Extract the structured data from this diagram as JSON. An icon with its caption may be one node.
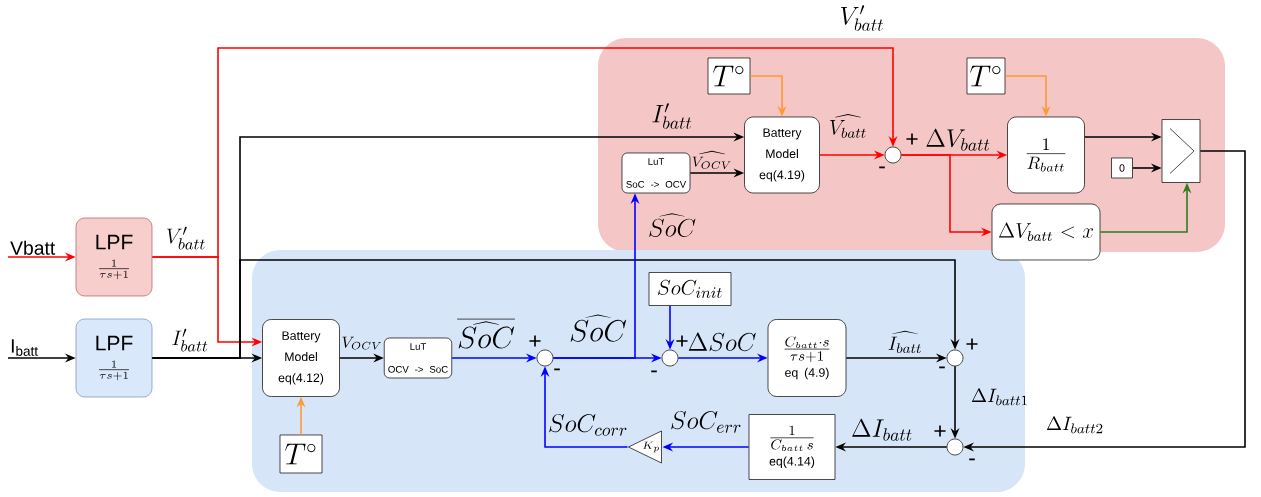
{
  "diagram": {
    "nodes": [
      {
        "text": [
          "Vbatt"
        ]
      },
      {
        "text": [
          "I$_{batt}$"
        ]
      },
      {
        "text": [
          "LPF",
          "\\frac{1}{\\tau s+1}"
        ]
      },
      {
        "text": [
          "LPF",
          "\\frac{1}{\\tau s+1}"
        ]
      },
      {
        "text": [],
        "shape": "box"
      },
      {
        "text": [
          "LuT",
          "SoC -> OCV"
        ],
        "in": 4
      },
      {
        "text": [
          "T^{\\circ}"
        ],
        "in": 4
      },
      {
        "text": [
          "Battery Model eq(4.19)"
        ],
        "in": 4
      },
      {
        "text": [],
        "shape": "circle",
        "in": 4
      },
      {
        "text": [
          "T^{\\circ}"
        ],
        "in": 4
      },
      {
        "text": [
          "\\frac{1}{R_{batt}}"
        ],
        "in": 4
      },
      {
        "text": [
          "0"
        ],
        "in": 4
      },
      {
        "text": [],
        "shape": "box",
        "in": 4
      },
      {
        "text": [
          "\\Delta V_{batt} < x"
        ]
      },
      {
        "text": [],
        "shape": "box"
      },
      {
        "text": [
          "Battery Model eq(4.12)"
        ],
        "in": 14
      },
      {
        "text": [
          "T^{\\circ}"
        ],
        "in": 14
      },
      {
        "text": [
          "LuT",
          "OCV -> SoC"
        ],
        "in": 14
      },
      {
        "text": [],
        "shape": "circle",
        "in": 14
      },
      {
        "text": [
          "SoC_{init}"
        ],
        "in": 14
      },
      {
        "text": [],
        "shape": "circle",
        "in": 14
      },
      {
        "text": [
          "\\frac{C_{batt}\\cdot s}{\\tau s+1}",
          "eq (4.9)"
        ],
        "in": 14
      },
      {
        "text": [],
        "shape": "circle",
        "in": 14
      },
      {
        "text": [
          "\\frac{1}{C_{batt}\\, s}",
          "eq(4.14)"
        ],
        "in": 14
      },
      {
        "text": [],
        "shape": "circle",
        "in": 14
      },
      {
        "text": [
          "K_p"
        ],
        "in": 14
      }
    ],
    "edges": [
      {
        "from": 0,
        "to": 2,
        "arrow": "to",
        "color": "#ff0000"
      },
      {
        "from": 1,
        "to": 3,
        "arrow": "to"
      },
      {
        "from": 2,
        "to": 15,
        "arrow": "to",
        "color": "#ff0000",
        "label": "V'_{batt}"
      },
      {
        "from": 2,
        "to": 8,
        "arrow": "to",
        "color": "#ff0000",
        "label": "V'_{batt}"
      },
      {
        "from": 3,
        "to": 15,
        "arrow": "to",
        "label": "I'_{batt}"
      },
      {
        "from": 3,
        "to": 7,
        "arrow": "to",
        "label": "I'_{batt}"
      },
      {
        "from": 3,
        "to": 22,
        "arrow": "to"
      },
      {
        "from": 16,
        "to": 15,
        "arrow": "to",
        "color": "#ff9933"
      },
      {
        "from": 15,
        "to": 17,
        "arrow": "to",
        "label": "V_{OCV}"
      },
      {
        "from": 17,
        "to": 18,
        "arrow": "to",
        "color": "#0000ff",
        "label": "\\overline{\\widehat{SoC}}"
      },
      {
        "from": 18,
        "to": 20,
        "arrow": "to",
        "color": "#0000ff",
        "label": "\\widehat{SoC}"
      },
      {
        "from": 18,
        "to": 5,
        "arrow": "to",
        "color": "#0000ff",
        "label": "\\widehat{SoC}"
      },
      {
        "from": 19,
        "to": 20,
        "arrow": "to",
        "color": "#0000ff"
      },
      {
        "from": 20,
        "to": 21,
        "arrow": "to",
        "color": "#0000ff",
        "label": "\\Delta SoC"
      },
      {
        "from": 21,
        "to": 22,
        "arrow": "to",
        "label": "\\widehat{I_{batt}}"
      },
      {
        "from": 22,
        "to": 24,
        "arrow": "to",
        "label": "\\Delta I_{batt1}"
      },
      {
        "from": 12,
        "to": 24,
        "arrow": "to",
        "label": "\\Delta I_{batt2}"
      },
      {
        "from": 24,
        "to": 23,
        "arrow": "to",
        "label": "\\Delta I_{batt}"
      },
      {
        "from": 23,
        "to": 25,
        "arrow": "to",
        "color": "#0000ff",
        "label": "SoC_{err}"
      },
      {
        "from": 25,
        "to": 18,
        "arrow": "to",
        "color": "#0000ff",
        "label": "SoC_{corr}"
      },
      {
        "from": 5,
        "to": 7,
        "arrow": "to",
        "label": "\\widehat{V_{OCV}}"
      },
      {
        "from": 6,
        "to": 7,
        "arrow": "to",
        "color": "#ff9933"
      },
      {
        "from": 7,
        "to": 8,
        "arrow": "to",
        "color": "#ff0000",
        "label": "\\widehat{V_{batt}}"
      },
      {
        "from": 8,
        "to": 10,
        "arrow": "to",
        "color": "#ff0000",
        "label": "\\Delta V_{batt}"
      },
      {
        "from": 8,
        "to": 13,
        "arrow": "to",
        "color": "#ff0000"
      },
      {
        "from": 9,
        "to": 10,
        "arrow": "to",
        "color": "#ff9933"
      },
      {
        "from": 10,
        "to": 12,
        "arrow": "to"
      },
      {
        "from": 11,
        "to": 12,
        "arrow": "to"
      },
      {
        "from": 13,
        "to": 12,
        "arrow": "to",
        "color": "#2d7d1a"
      }
    ],
    "labels": [
      "+",
      "-",
      "+",
      "-",
      "+",
      "-",
      "+",
      "-",
      "+",
      "-"
    ]
  }
}
